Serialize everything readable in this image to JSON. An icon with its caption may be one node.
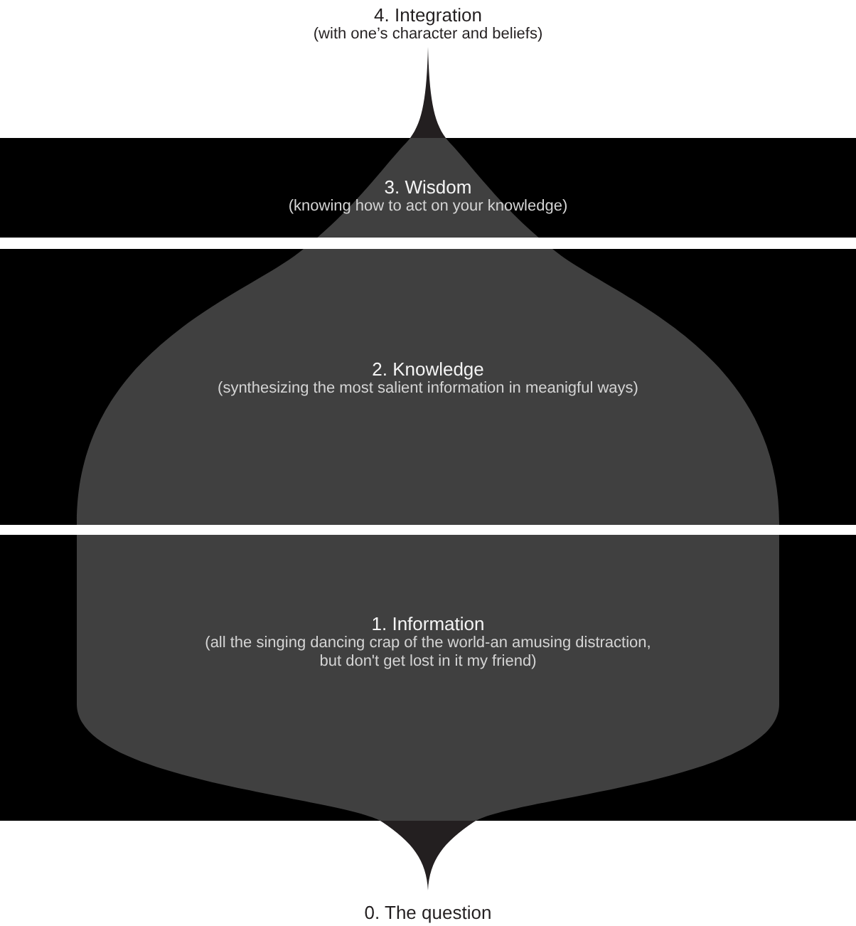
{
  "diagram": {
    "nodes": [
      {
        "text": [
          "3. Wisdom",
          "(knowing how to act on your knowledge)"
        ]
      },
      {
        "text": [
          "2. Knowledge",
          "(synthesizing the most salient information in meanigful ways)"
        ]
      },
      {
        "text": [
          "1. Information",
          "(all the singing dancing crap of the world-an amusing distraction, but don't get lost in it my friend)"
        ]
      }
    ],
    "labels": [
      "4. Integration",
      "(with one’s character and beliefs)",
      "0. The question"
    ]
  }
}
